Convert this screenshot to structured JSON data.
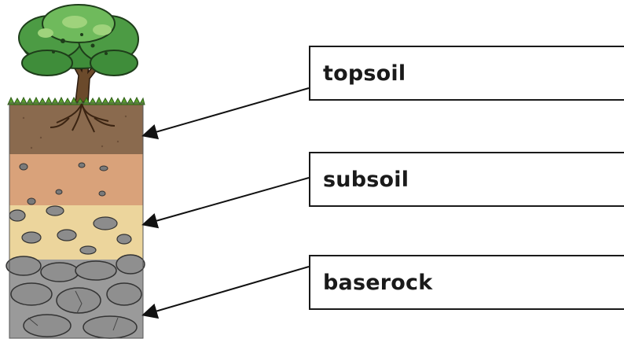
{
  "labels": {
    "topsoil": "topsoil",
    "subsoil": "subsoil",
    "baserock": "baserock"
  },
  "colors": {
    "topsoil_layer": "#8a6a4e",
    "subsoil_upper_layer": "#d9a27a",
    "subsoil_lower_layer": "#ecd59c",
    "rock_layer": "#9a9a9a",
    "grass": "#5aa02c",
    "tree_foliage": "#3f8d3a",
    "tree_trunk": "#6b4a2b"
  }
}
